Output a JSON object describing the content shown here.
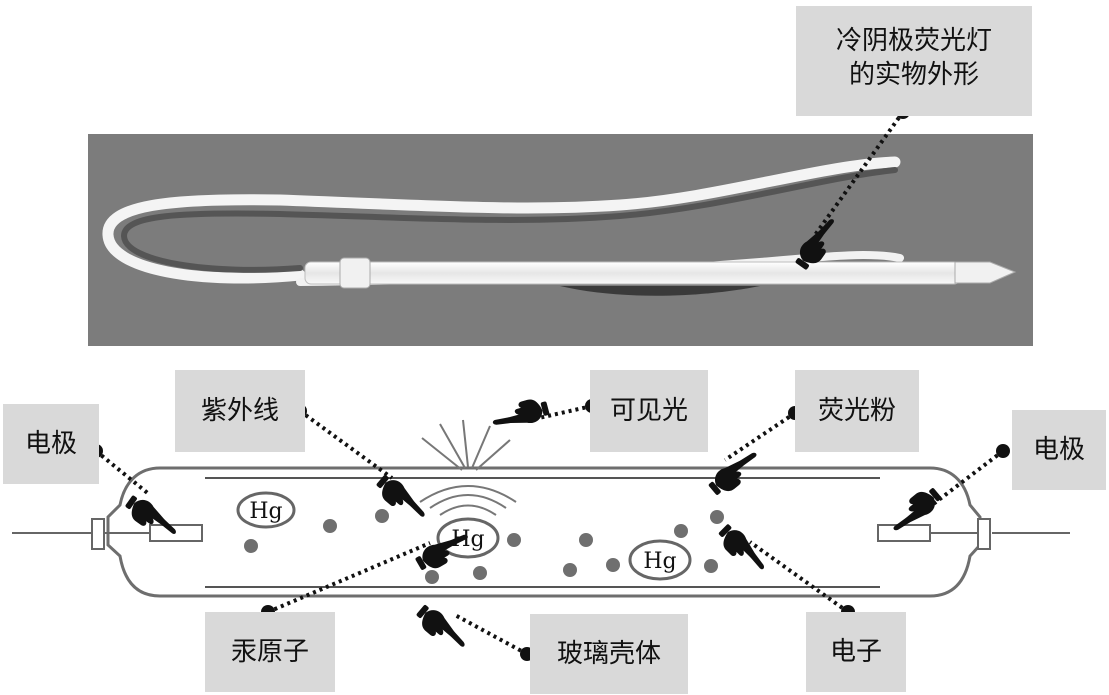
{
  "photo_label": {
    "line1": "冷阴极荧光灯",
    "line2": "的实物外形"
  },
  "labels": {
    "electrode_left": "电极",
    "electrode_right": "电极",
    "ultraviolet": "紫外线",
    "visible_light": "可见光",
    "phosphor": "荧光粉",
    "mercury_atom": "汞原子",
    "glass_shell": "玻璃壳体",
    "electron": "电子"
  },
  "atom_symbol": "Hg",
  "colors": {
    "label_bg": "#d9d9d9",
    "photo_bg": "#7c7c7c",
    "tube_outline": "#6e6e6e",
    "particle": "#6f6f6f",
    "leader": "#111111"
  },
  "icons": {
    "pointer": "pointing-hand-icon",
    "endpoint": "dot-icon"
  }
}
